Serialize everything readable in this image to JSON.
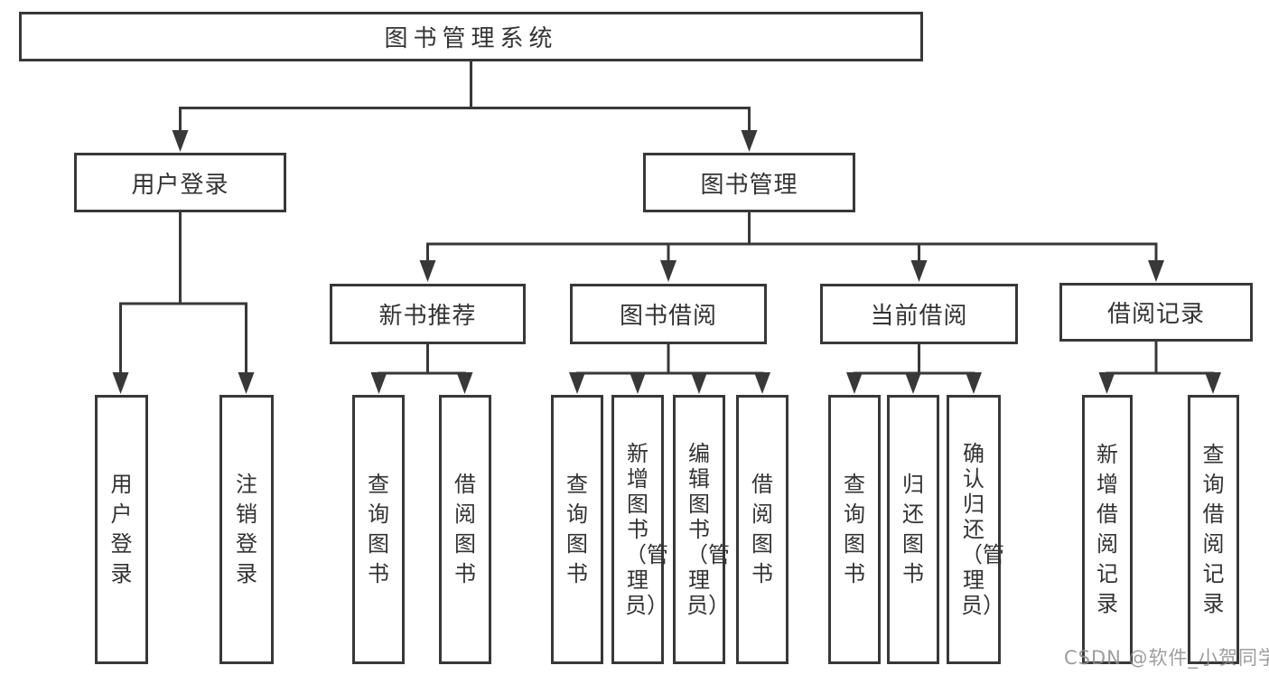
{
  "diagram_title": "图书管理系统",
  "tree": {
    "label": "图书管理系统",
    "children": [
      {
        "label": "用户登录",
        "children": [
          {
            "label": "用户登录"
          },
          {
            "label": "注销登录"
          }
        ]
      },
      {
        "label": "图书管理",
        "children": [
          {
            "label": "新书推荐",
            "children": [
              {
                "label": "查询图书"
              },
              {
                "label": "借阅图书"
              }
            ]
          },
          {
            "label": "图书借阅",
            "children": [
              {
                "label": "查询图书"
              },
              {
                "label": "新增图书（管理员）"
              },
              {
                "label": "编辑图书（管理员）"
              },
              {
                "label": "借阅图书"
              }
            ]
          },
          {
            "label": "当前借阅",
            "children": [
              {
                "label": "查询图书"
              },
              {
                "label": "归还图书"
              },
              {
                "label": "确认归还（管理员）"
              }
            ]
          },
          {
            "label": "借阅记录",
            "children": [
              {
                "label": "新增借阅记录"
              },
              {
                "label": "查询借阅记录"
              }
            ]
          }
        ]
      }
    ]
  },
  "watermark": {
    "text": "CSDN @软件_小贺同学"
  },
  "colors": {
    "line": "#383838",
    "box_border": "#383838",
    "text": "#333333",
    "background": "#ffffff",
    "watermark": "#8c8c8c"
  }
}
